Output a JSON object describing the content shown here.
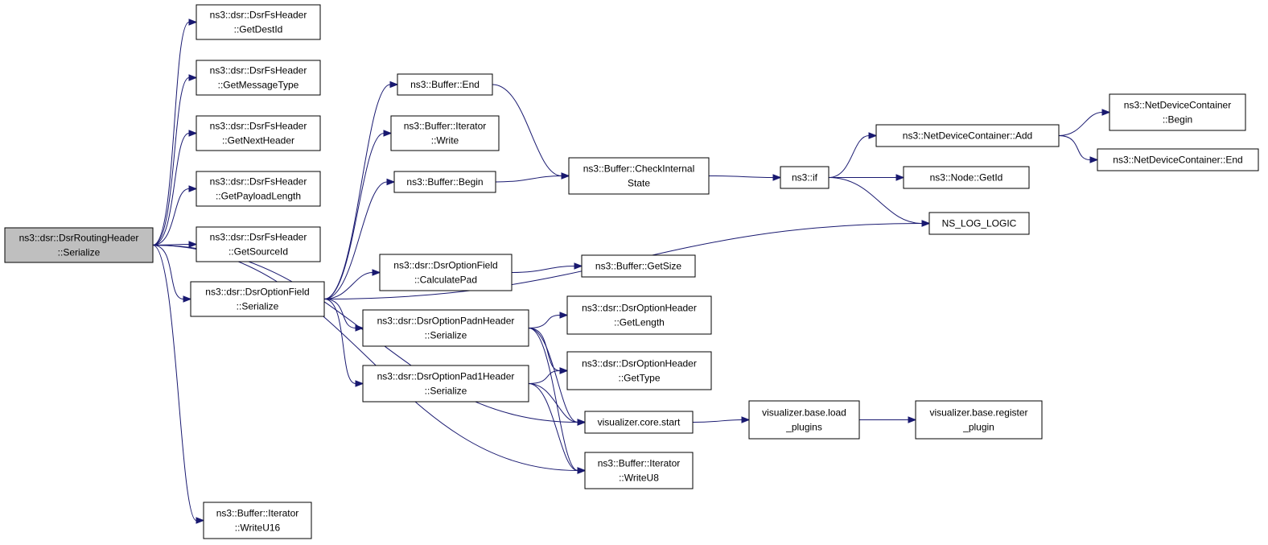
{
  "nodes": [
    {
      "id": "root",
      "lines": [
        "ns3::dsr::DsrRoutingHeader",
        "::Serialize"
      ],
      "root": true
    },
    {
      "id": "getdestid",
      "lines": [
        "ns3::dsr::DsrFsHeader",
        "::GetDestId"
      ]
    },
    {
      "id": "getmessagetype",
      "lines": [
        "ns3::dsr::DsrFsHeader",
        "::GetMessageType"
      ]
    },
    {
      "id": "getnextheader",
      "lines": [
        "ns3::dsr::DsrFsHeader",
        "::GetNextHeader"
      ]
    },
    {
      "id": "getpayloadlength",
      "lines": [
        "ns3::dsr::DsrFsHeader",
        "::GetPayloadLength"
      ]
    },
    {
      "id": "getsourceid",
      "lines": [
        "ns3::dsr::DsrFsHeader",
        "::GetSourceId"
      ]
    },
    {
      "id": "optionfield-serialize",
      "lines": [
        "ns3::dsr::DsrOptionField",
        "::Serialize"
      ]
    },
    {
      "id": "writeu16",
      "lines": [
        "ns3::Buffer::Iterator",
        "::WriteU16"
      ]
    },
    {
      "id": "buffer-end",
      "lines": [
        "ns3::Buffer::End"
      ]
    },
    {
      "id": "iterator-write",
      "lines": [
        "ns3::Buffer::Iterator",
        "::Write"
      ]
    },
    {
      "id": "buffer-begin",
      "lines": [
        "ns3::Buffer::Begin"
      ]
    },
    {
      "id": "calculatepad",
      "lines": [
        "ns3::dsr::DsrOptionField",
        "::CalculatePad"
      ]
    },
    {
      "id": "padn-serialize",
      "lines": [
        "ns3::dsr::DsrOptionPadnHeader",
        "::Serialize"
      ]
    },
    {
      "id": "pad1-serialize",
      "lines": [
        "ns3::dsr::DsrOptionPad1Header",
        "::Serialize"
      ]
    },
    {
      "id": "checkinternalstate",
      "lines": [
        "ns3::Buffer::CheckInternal",
        "State"
      ]
    },
    {
      "id": "getsize",
      "lines": [
        "ns3::Buffer::GetSize"
      ]
    },
    {
      "id": "getlength",
      "lines": [
        "ns3::dsr::DsrOptionHeader",
        "::GetLength"
      ]
    },
    {
      "id": "gettype",
      "lines": [
        "ns3::dsr::DsrOptionHeader",
        "::GetType"
      ]
    },
    {
      "id": "core-start",
      "lines": [
        "visualizer.core.start"
      ]
    },
    {
      "id": "writeu8",
      "lines": [
        "ns3::Buffer::Iterator",
        "::WriteU8"
      ]
    },
    {
      "id": "ns3-if",
      "lines": [
        "ns3::if"
      ]
    },
    {
      "id": "ndc-add",
      "lines": [
        "ns3::NetDeviceContainer::Add"
      ]
    },
    {
      "id": "node-getid",
      "lines": [
        "ns3::Node::GetId"
      ]
    },
    {
      "id": "log-logic",
      "lines": [
        "NS_LOG_LOGIC"
      ]
    },
    {
      "id": "ndc-begin",
      "lines": [
        "ns3::NetDeviceContainer",
        "::Begin"
      ]
    },
    {
      "id": "ndc-end",
      "lines": [
        "ns3::NetDeviceContainer::End"
      ]
    },
    {
      "id": "load-plugins",
      "lines": [
        "visualizer.base.load",
        "_plugins"
      ]
    },
    {
      "id": "register-plugin",
      "lines": [
        "visualizer.base.register",
        "_plugin"
      ]
    }
  ],
  "edges": [
    [
      "root",
      "getdestid"
    ],
    [
      "root",
      "getmessagetype"
    ],
    [
      "root",
      "getnextheader"
    ],
    [
      "root",
      "getpayloadlength"
    ],
    [
      "root",
      "getsourceid"
    ],
    [
      "root",
      "optionfield-serialize"
    ],
    [
      "root",
      "core-start"
    ],
    [
      "root",
      "writeu8"
    ],
    [
      "root",
      "writeu16"
    ],
    [
      "optionfield-serialize",
      "buffer-end"
    ],
    [
      "optionfield-serialize",
      "iterator-write"
    ],
    [
      "optionfield-serialize",
      "buffer-begin"
    ],
    [
      "optionfield-serialize",
      "log-logic"
    ],
    [
      "optionfield-serialize",
      "calculatepad"
    ],
    [
      "optionfield-serialize",
      "padn-serialize"
    ],
    [
      "optionfield-serialize",
      "pad1-serialize"
    ],
    [
      "buffer-end",
      "checkinternalstate"
    ],
    [
      "buffer-begin",
      "checkinternalstate"
    ],
    [
      "checkinternalstate",
      "ns3-if"
    ],
    [
      "ns3-if",
      "ndc-add"
    ],
    [
      "ns3-if",
      "node-getid"
    ],
    [
      "ns3-if",
      "log-logic"
    ],
    [
      "ndc-add",
      "ndc-begin"
    ],
    [
      "ndc-add",
      "ndc-end"
    ],
    [
      "calculatepad",
      "getsize"
    ],
    [
      "padn-serialize",
      "getlength"
    ],
    [
      "padn-serialize",
      "gettype"
    ],
    [
      "padn-serialize",
      "core-start"
    ],
    [
      "padn-serialize",
      "writeu8"
    ],
    [
      "pad1-serialize",
      "gettype"
    ],
    [
      "pad1-serialize",
      "core-start"
    ],
    [
      "pad1-serialize",
      "writeu8"
    ],
    [
      "core-start",
      "load-plugins"
    ],
    [
      "load-plugins",
      "register-plugin"
    ]
  ]
}
